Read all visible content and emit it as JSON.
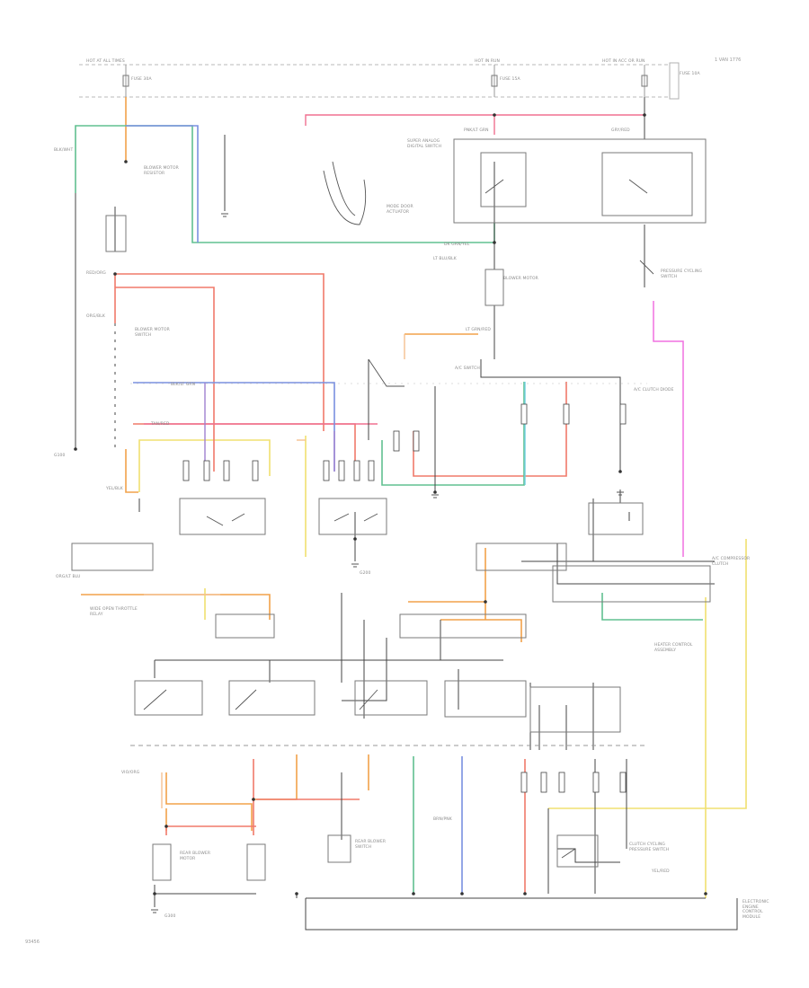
{
  "corner_label": "1 VAN 1776",
  "figure_id": "93456",
  "power_labels": [
    "HOT AT ALL TIMES",
    "HOT IN RUN",
    "HOT IN ACC OR RUN"
  ],
  "fuse_labels": [
    "FUSE 30A",
    "FUSE 15A",
    "FUSE 10A"
  ],
  "component_labels": [
    "BLOWER MOTOR RESISTOR",
    "SUPER ANALOG DIGITAL SWITCH",
    "BLOWER MOTOR",
    "BLOWER MOTOR SWITCH",
    "A/C SWITCH",
    "A/C CLUTCH DIODE",
    "PRESSURE CYCLING SWITCH",
    "A/C COMPRESSOR CLUTCH",
    "HEATER CONTROL ASSEMBLY",
    "ELECTRONIC ENGINE CONTROL MODULE",
    "MODE DOOR ACTUATOR",
    "REAR BLOWER MOTOR",
    "REAR BLOWER SWITCH",
    "WIDE OPEN THROTTLE RELAY",
    "CLUTCH CYCLING PRESSURE SWITCH",
    "G100",
    "G200",
    "G300"
  ],
  "wire_labels": [
    "BLK/WHT",
    "LT BLU/BLK",
    "DK GRN/YEL",
    "RED/ORG",
    "ORG/BLK",
    "PNK/LT GRN",
    "LT GRN/RED",
    "YEL/BLK",
    "TAN/RED",
    "BLK/LT GRN",
    "GRY/RED",
    "ORG/LT BLU",
    "VIO/ORG",
    "BRN/PNK",
    "YEL/RED"
  ]
}
